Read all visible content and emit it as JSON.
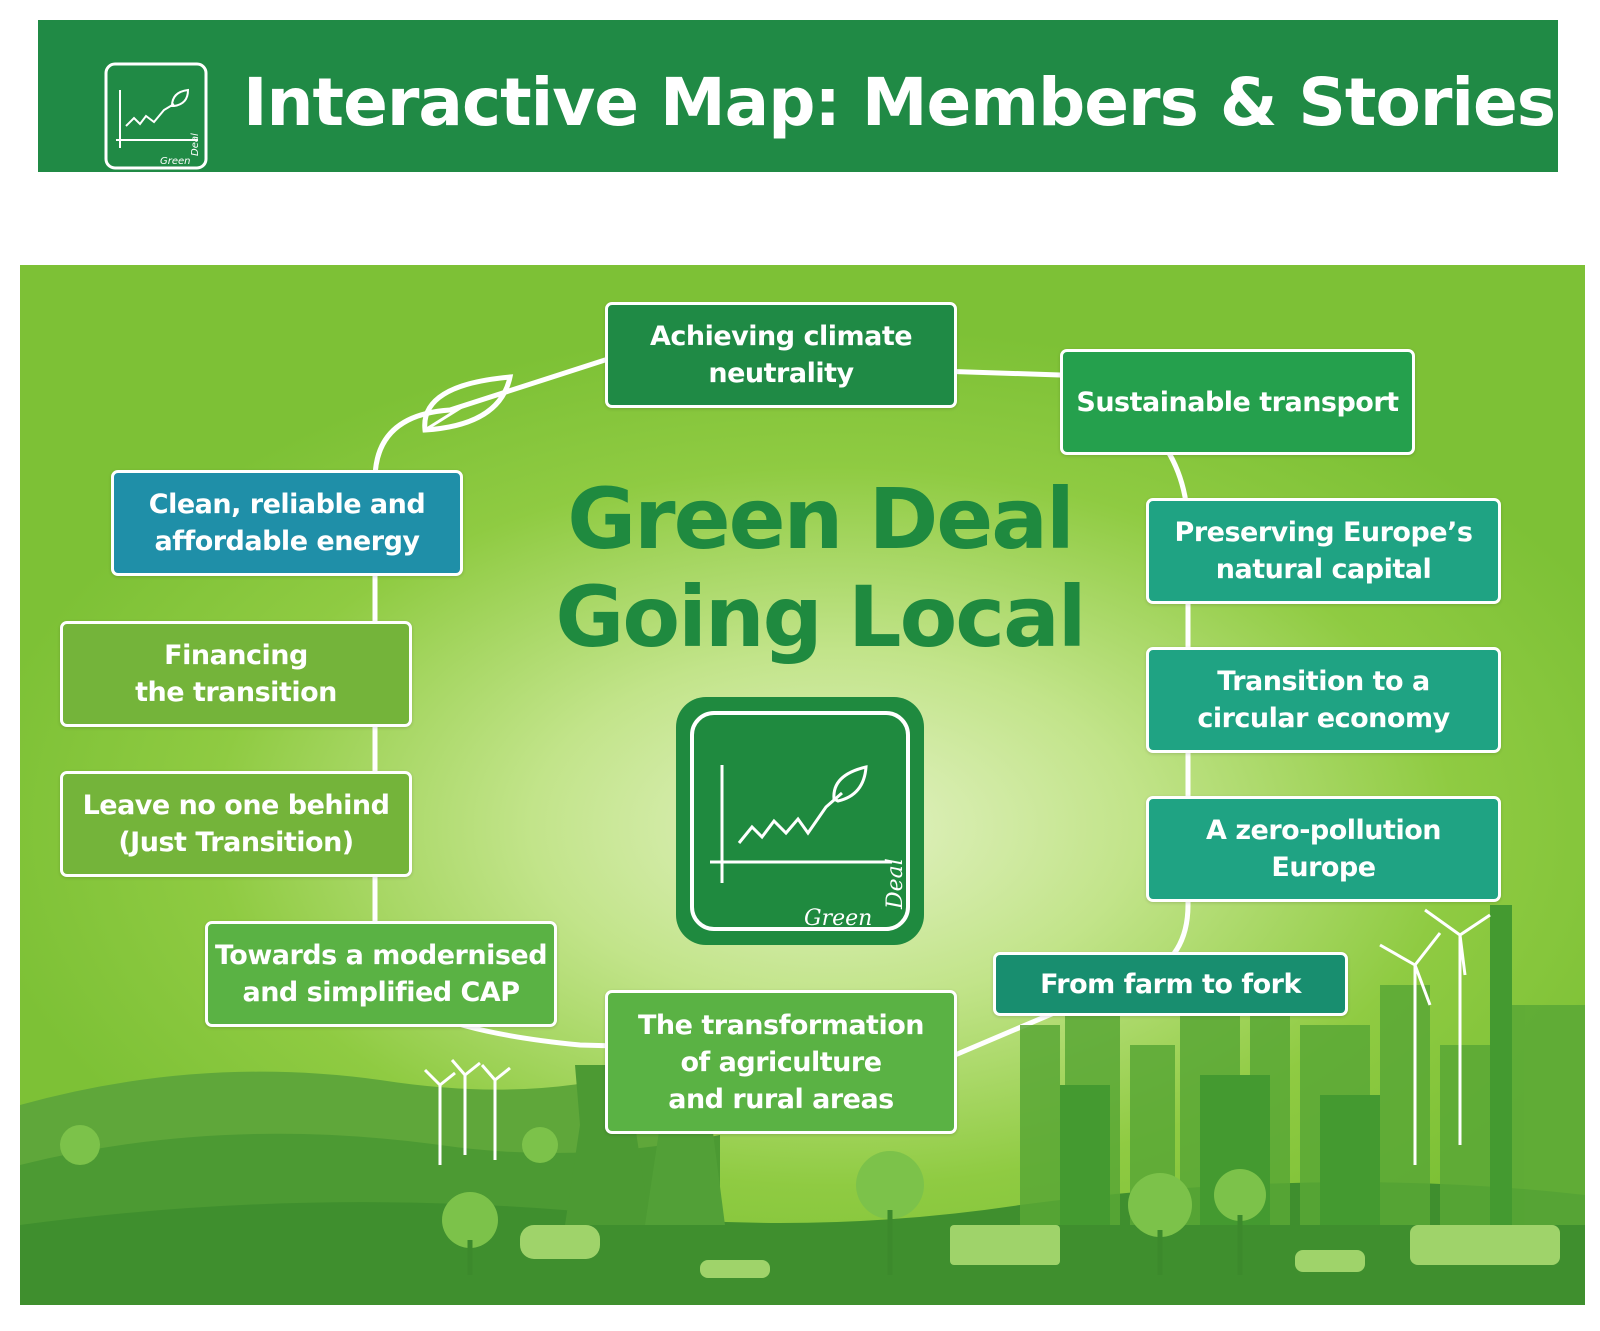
{
  "header": {
    "title": "Interactive Map: Members & Stories",
    "logo_icon": "green-deal-chart-leaf-icon",
    "logo_text": "Green Deal"
  },
  "main": {
    "title_line1": "Green Deal",
    "title_line2": "Going Local",
    "center_logo_icon": "green-deal-chart-leaf-icon",
    "center_logo_text": "Green Deal"
  },
  "topics": [
    {
      "key": "climate",
      "label": "Achieving climate\nneutrality"
    },
    {
      "key": "transport",
      "label": "Sustainable transport"
    },
    {
      "key": "natural",
      "label": "Preserving Europe’s\nnatural capital"
    },
    {
      "key": "circular",
      "label": "Transition to a\ncircular economy"
    },
    {
      "key": "pollution",
      "label": "A zero-pollution\nEurope"
    },
    {
      "key": "farm",
      "label": "From farm to fork"
    },
    {
      "key": "agriculture",
      "label": "The transformation\nof agriculture\nand rural areas"
    },
    {
      "key": "cap",
      "label": "Towards a modernised\nand simplified CAP"
    },
    {
      "key": "just",
      "label": "Leave no one behind\n(Just Transition)"
    },
    {
      "key": "financing",
      "label": "Financing\nthe transition"
    },
    {
      "key": "energy",
      "label": "Clean, reliable and\naffordable energy"
    }
  ],
  "colors": {
    "header_bg": "#208a45",
    "title_green": "#1f8a3f",
    "energy_blue": "#1f8fa8",
    "teal": "#1fa383",
    "lime": "#74b43a"
  }
}
